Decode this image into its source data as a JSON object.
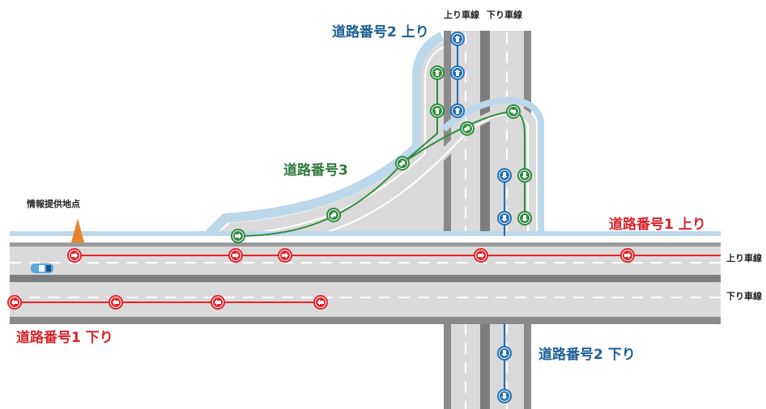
{
  "labels": {
    "road1_up": "道路番号1 上り",
    "road1_down": "道路番号1 下り",
    "road2_up": "道路番号2 上り",
    "road2_down": "道路番号2 下り",
    "road3": "道路番号3",
    "info_point": "情報提供地点",
    "up_lane_right": "上り車線",
    "down_lane_right": "下り車線",
    "up_lane_top": "上り車線",
    "down_lane_top": "下り車線"
  },
  "colors": {
    "road1": "#e5232b",
    "road2": "#1f6fb5",
    "road3": "#2e8b3e",
    "shoulder": "#bcd8ea",
    "asphalt": "#dadada",
    "median": "#7d7d7d",
    "cone": "#e8842c"
  },
  "icons": {
    "cone": "traffic-cone-icon",
    "car": "car-icon",
    "arrow_markers": "direction-arrow-icon"
  }
}
